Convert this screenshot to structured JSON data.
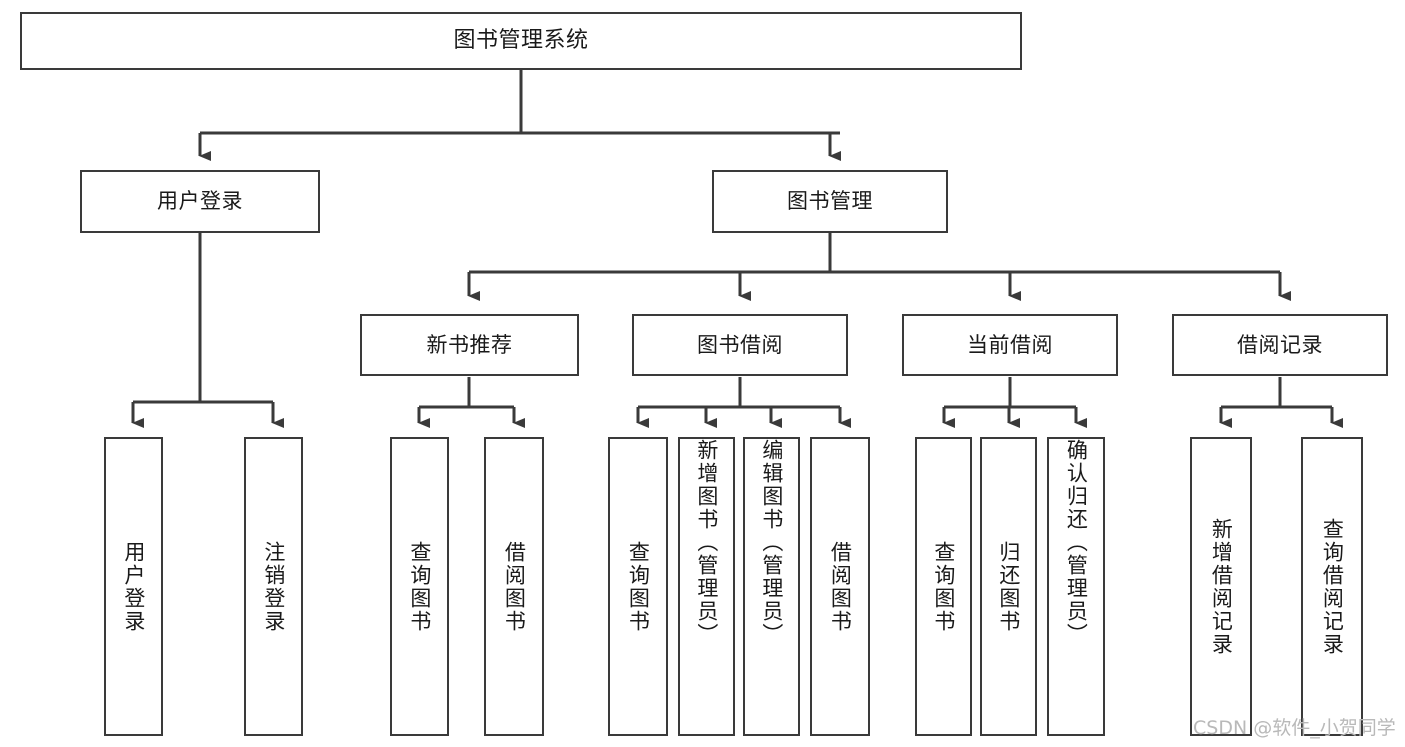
{
  "diagram": {
    "type": "tree-hierarchy",
    "title": "图书管理系统",
    "watermark": "CSDN @软件_小贺同学",
    "colors": {
      "border": "#3a3a3a",
      "background": "#ffffff",
      "text": "#1a1a1a",
      "connector": "#3a3a3a",
      "watermark": "#b9b9b9"
    },
    "levels": {
      "root": {
        "label": "图书管理系统"
      },
      "level2": [
        {
          "label": "用户登录"
        },
        {
          "label": "图书管理"
        }
      ],
      "level3": [
        {
          "label": "新书推荐"
        },
        {
          "label": "图书借阅"
        },
        {
          "label": "当前借阅"
        },
        {
          "label": "借阅记录"
        }
      ],
      "leaves": {
        "user_login": [
          {
            "label": "用户登录"
          },
          {
            "label": "注销登录"
          }
        ],
        "new_book_recommend": [
          {
            "label": "查询图书"
          },
          {
            "label": "借阅图书"
          }
        ],
        "book_borrow": [
          {
            "label": "查询图书"
          },
          {
            "label": "新增图书（管理员）"
          },
          {
            "label": "编辑图书（管理员）"
          },
          {
            "label": "借阅图书"
          }
        ],
        "current_borrow": [
          {
            "label": "查询图书"
          },
          {
            "label": "归还图书"
          },
          {
            "label": "确认归还（管理员）"
          }
        ],
        "borrow_record": [
          {
            "label": "新增借阅记录"
          },
          {
            "label": "查询借阅记录"
          }
        ]
      }
    }
  }
}
